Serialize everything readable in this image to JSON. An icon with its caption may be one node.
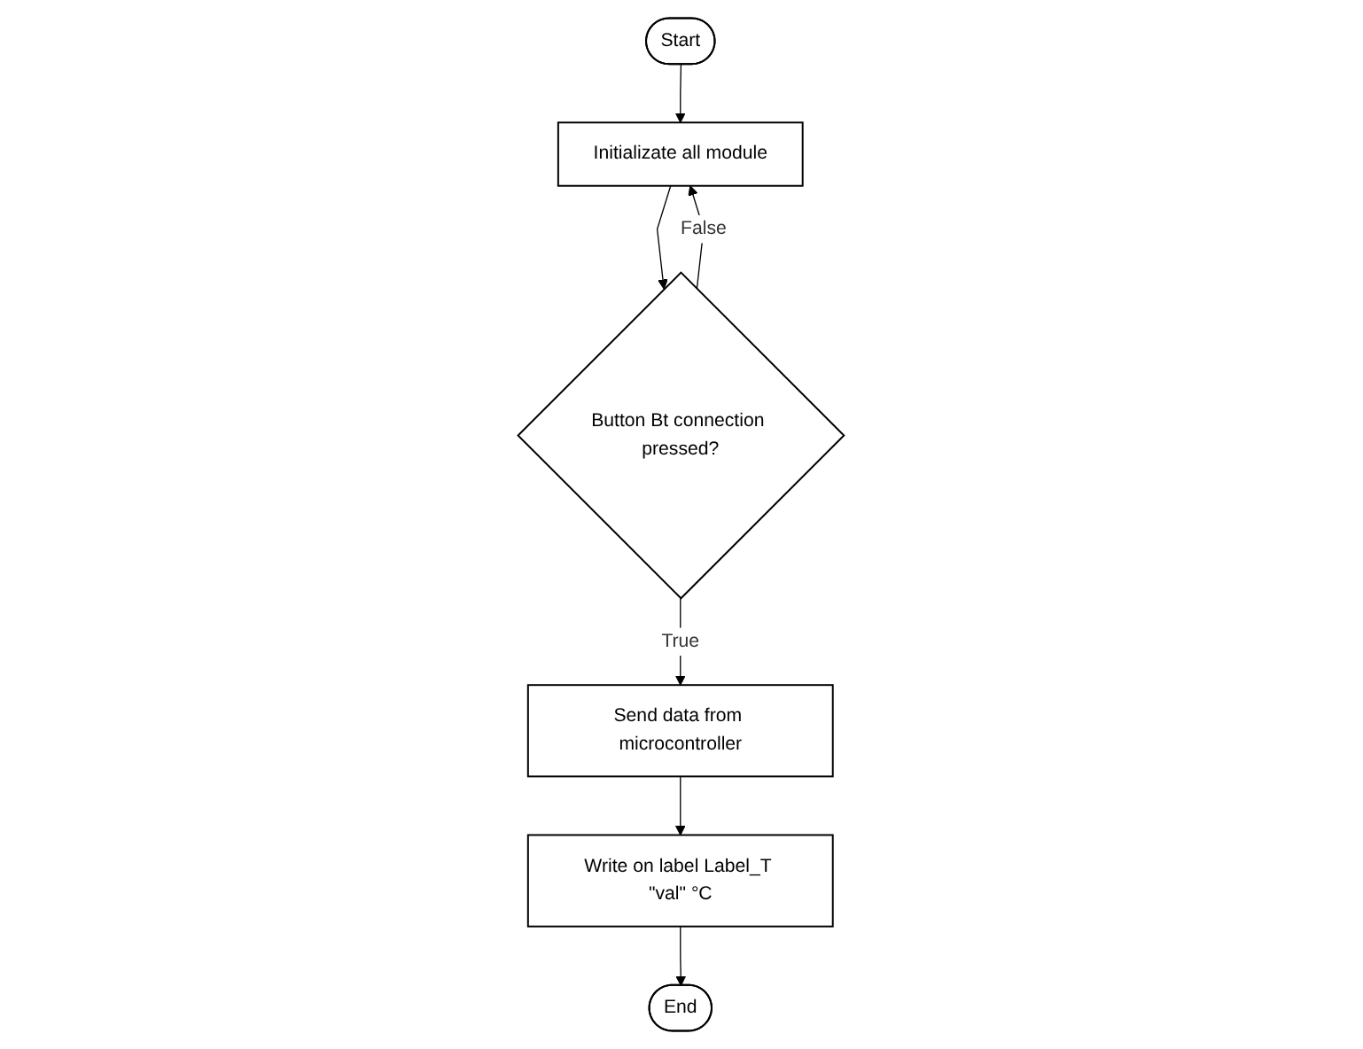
{
  "diagram": {
    "nodes": [
      {
        "text": [
          "Start"
        ]
      },
      {
        "text": [
          "Initializate all module"
        ]
      },
      {
        "text": [
          "Button Bt connection pressed?"
        ]
      },
      {
        "text": [
          "Send data from microcontroller"
        ]
      },
      {
        "text": [
          "Write on label Label_T \"val\" °C"
        ]
      },
      {
        "text": [
          "End"
        ]
      }
    ],
    "edges": [
      {
        "from": 0,
        "to": 1,
        "arrow": "to"
      },
      {
        "from": 1,
        "to": 2,
        "arrow": "to"
      },
      {
        "from": 2,
        "to": 1,
        "arrow": "to",
        "label": "False"
      },
      {
        "from": 2,
        "to": 3,
        "arrow": "to",
        "label": "True"
      },
      {
        "from": 3,
        "to": 4,
        "arrow": "to"
      },
      {
        "from": 4,
        "to": 5,
        "arrow": "to"
      }
    ]
  }
}
